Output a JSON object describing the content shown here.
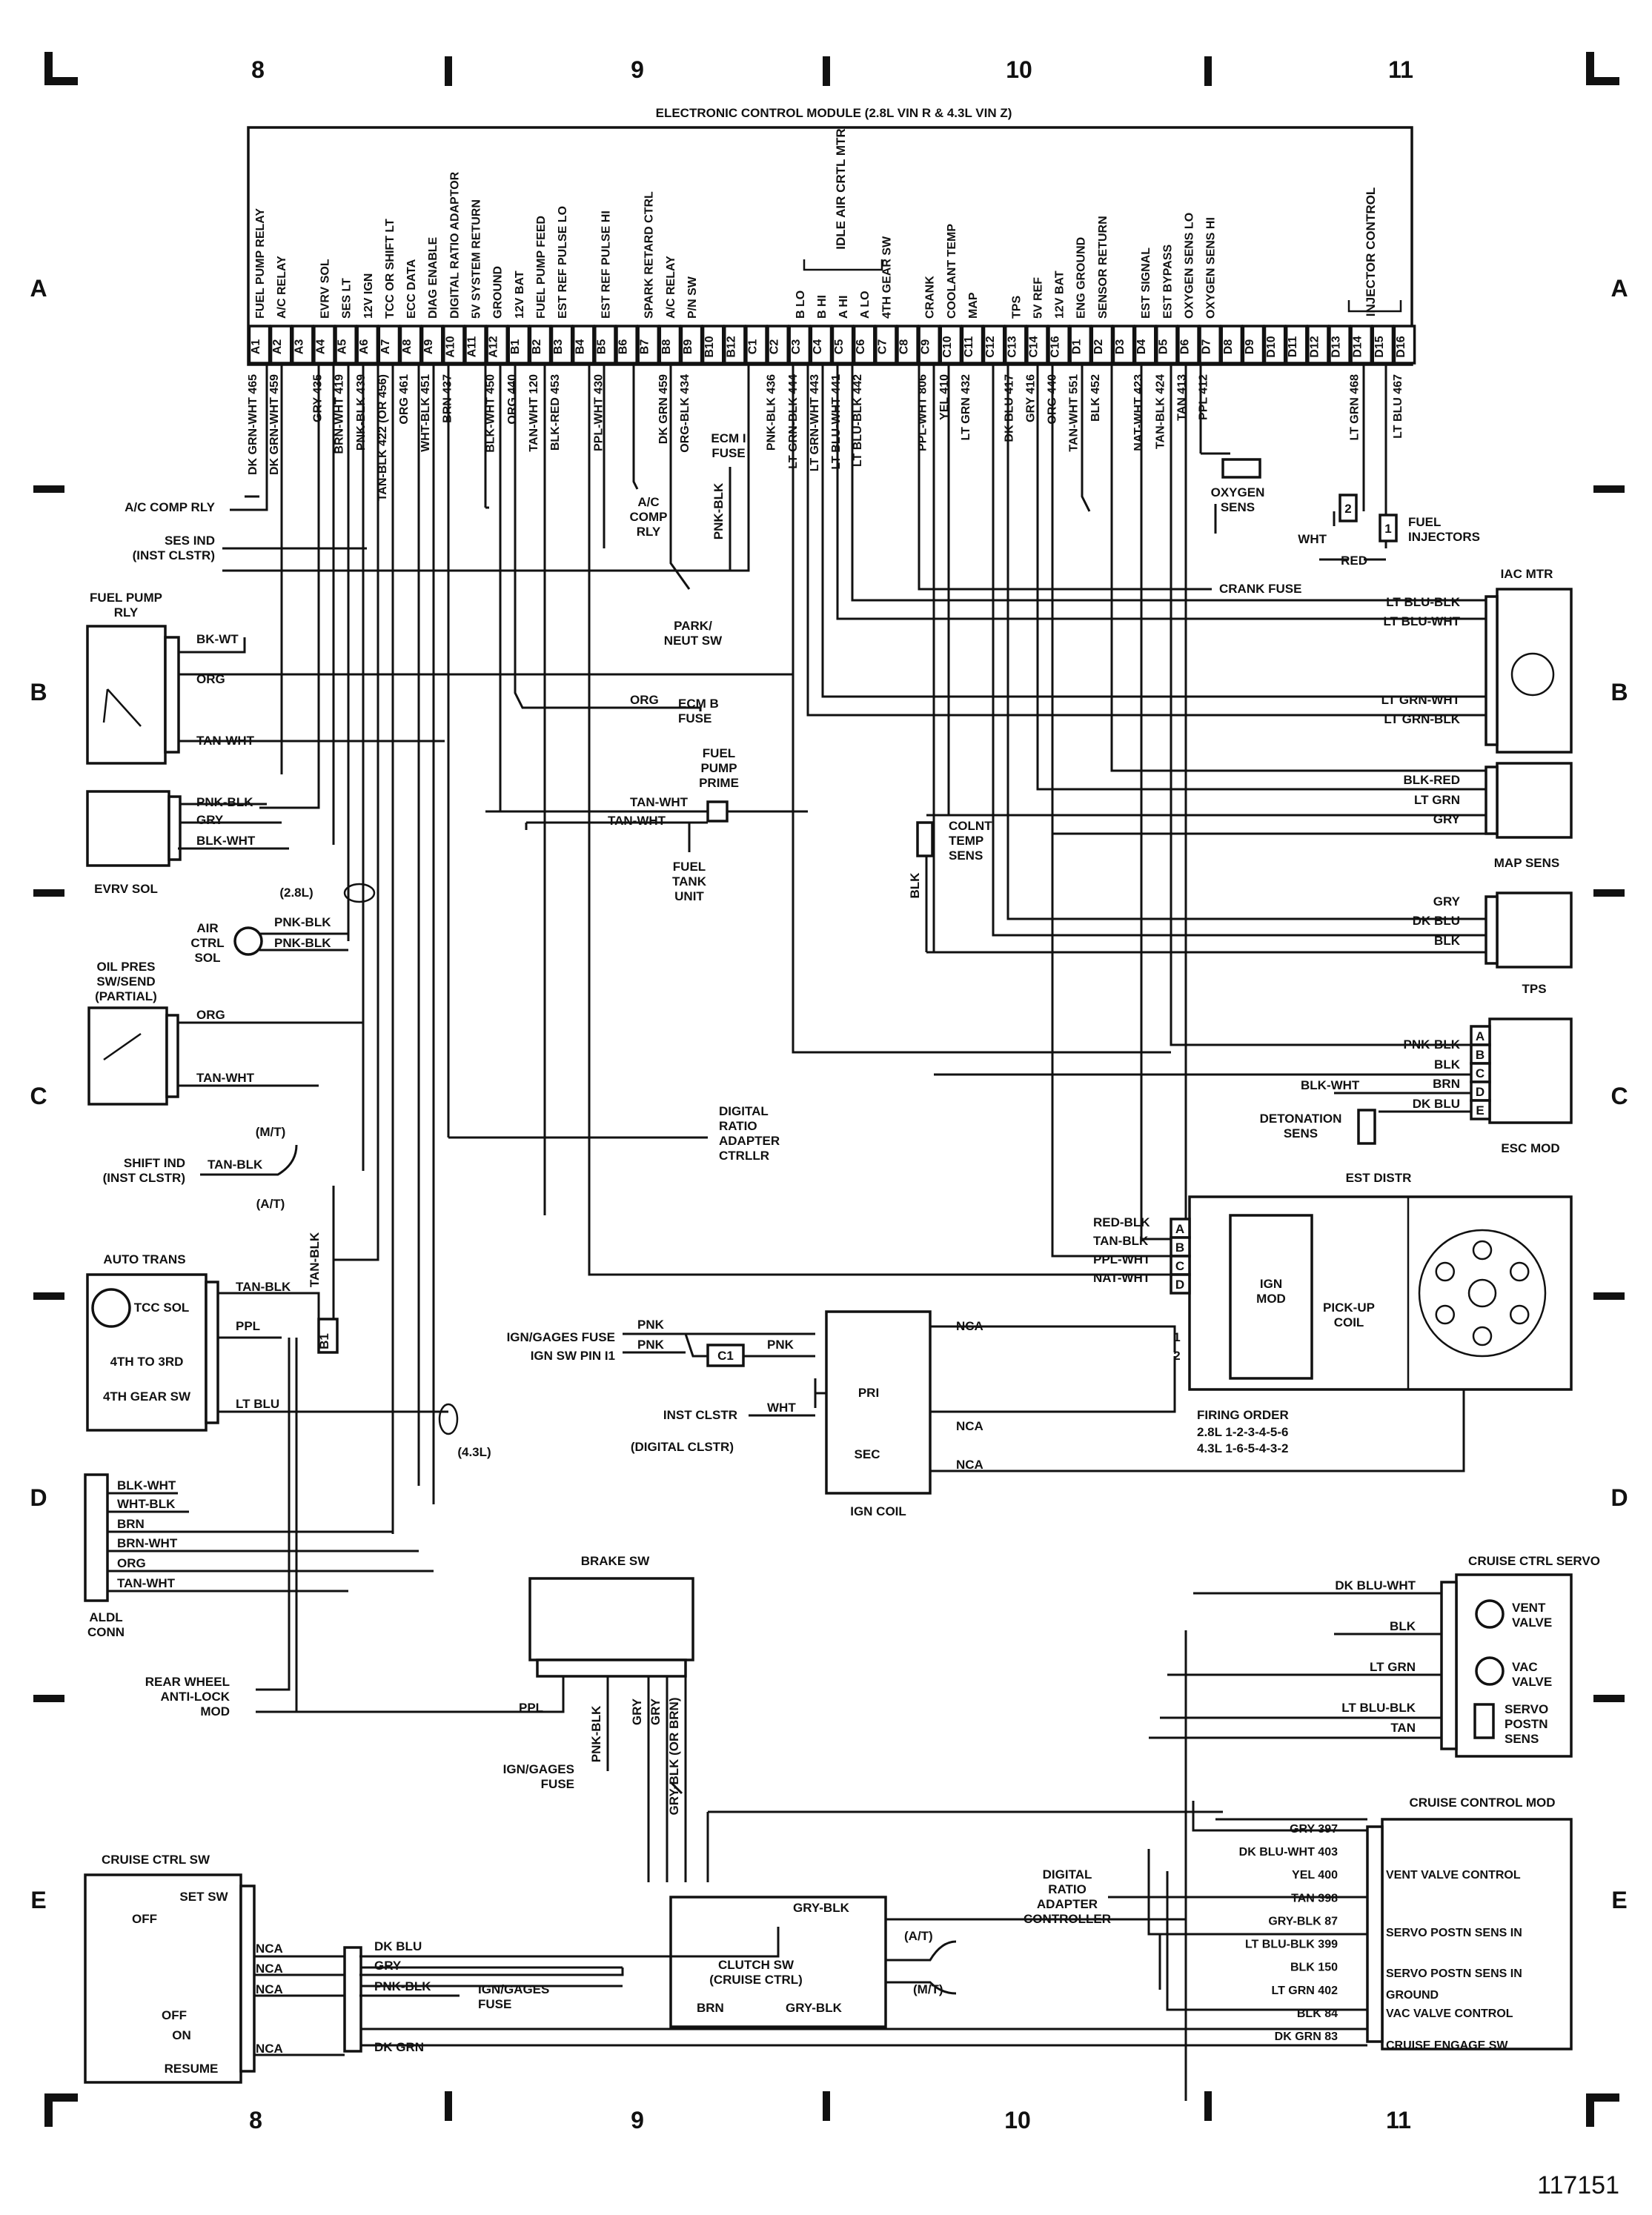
{
  "page": {
    "columns": [
      "8",
      "9",
      "10",
      "11"
    ],
    "rows": [
      "A",
      "B",
      "C",
      "D",
      "E"
    ],
    "figure_number": "117151"
  },
  "ecm": {
    "title": "ELECTRONIC CONTROL MODULE (2.8L VIN R & 4.3L VIN Z)",
    "group_idle": "IDLE AIR CRTL MTR",
    "group_injector": "INJECTOR CONTROL",
    "pins": [
      {
        "pin": "A1",
        "func": "FUEL PUMP RELAY",
        "wire": "DK GRN-WHT 465"
      },
      {
        "pin": "A2",
        "func": "A/C RELAY",
        "wire": "DK GRN-WHT 459"
      },
      {
        "pin": "A3",
        "func": "",
        "wire": ""
      },
      {
        "pin": "A4",
        "func": "EVRV SOL",
        "wire": "GRY 435"
      },
      {
        "pin": "A5",
        "func": "SES LT",
        "wire": "BRN-WHT 419"
      },
      {
        "pin": "A6",
        "func": "12V IGN",
        "wire": "PNK-BLK 439"
      },
      {
        "pin": "A7",
        "func": "TCC OR SHIFT LT",
        "wire": "TAN-BLK 422 (OR 456)"
      },
      {
        "pin": "A8",
        "func": "ECC DATA",
        "wire": "ORG 461"
      },
      {
        "pin": "A9",
        "func": "DIAG ENABLE",
        "wire": "WHT-BLK 451"
      },
      {
        "pin": "A10",
        "func": "DIGITAL RATIO ADAPTOR",
        "wire": "BRN 437"
      },
      {
        "pin": "A11",
        "func": "5V SYSTEM RETURN",
        "wire": ""
      },
      {
        "pin": "A12",
        "func": "GROUND",
        "wire": "BLK-WHT 450"
      },
      {
        "pin": "B1",
        "func": "12V BAT",
        "wire": "ORG 440"
      },
      {
        "pin": "B2",
        "func": "FUEL PUMP FEED",
        "wire": "TAN-WHT 120"
      },
      {
        "pin": "B3",
        "func": "EST REF PULSE LO",
        "wire": "BLK-RED 453"
      },
      {
        "pin": "B4",
        "func": "",
        "wire": ""
      },
      {
        "pin": "B5",
        "func": "EST REF PULSE HI",
        "wire": "PPL-WHT 430"
      },
      {
        "pin": "B6",
        "func": "",
        "wire": ""
      },
      {
        "pin": "B7",
        "func": "SPARK RETARD CTRL",
        "wire": ""
      },
      {
        "pin": "B8",
        "func": "A/C RELAY",
        "wire": "DK GRN 459"
      },
      {
        "pin": "B9",
        "func": "P/N SW",
        "wire": "ORG-BLK 434"
      },
      {
        "pin": "B10",
        "func": "",
        "wire": ""
      },
      {
        "pin": "B12",
        "func": "",
        "wire": ""
      },
      {
        "pin": "C1",
        "func": "",
        "wire": ""
      },
      {
        "pin": "C2",
        "func": "",
        "wire": "PNK-BLK 436"
      },
      {
        "pin": "C3",
        "func": "B LO",
        "wire": "LT GRN-BLK 444"
      },
      {
        "pin": "C4",
        "func": "B HI",
        "wire": "LT GRN-WHT 443"
      },
      {
        "pin": "C5",
        "func": "A HI",
        "wire": "LT BLU-WHT 441"
      },
      {
        "pin": "C6",
        "func": "A LO",
        "wire": "LT BLU-BLK 442"
      },
      {
        "pin": "C7",
        "func": "4TH GEAR SW",
        "wire": ""
      },
      {
        "pin": "C8",
        "func": "",
        "wire": ""
      },
      {
        "pin": "C9",
        "func": "CRANK",
        "wire": "PPL-WHT 806"
      },
      {
        "pin": "C10",
        "func": "COOLANT TEMP",
        "wire": "YEL 410"
      },
      {
        "pin": "C11",
        "func": "MAP",
        "wire": "LT GRN 432"
      },
      {
        "pin": "C12",
        "func": "",
        "wire": ""
      },
      {
        "pin": "C13",
        "func": "TPS",
        "wire": "DK BLU 417"
      },
      {
        "pin": "C14",
        "func": "5V REF",
        "wire": "GRY 416"
      },
      {
        "pin": "C16",
        "func": "12V BAT",
        "wire": "ORG 440"
      },
      {
        "pin": "D1",
        "func": "ENG GROUND",
        "wire": "TAN-WHT 551"
      },
      {
        "pin": "D2",
        "func": "SENSOR RETURN",
        "wire": "BLK 452"
      },
      {
        "pin": "D3",
        "func": "",
        "wire": ""
      },
      {
        "pin": "D4",
        "func": "EST SIGNAL",
        "wire": "NAT-WHT 423"
      },
      {
        "pin": "D5",
        "func": "EST BYPASS",
        "wire": "TAN-BLK 424"
      },
      {
        "pin": "D6",
        "func": "OXYGEN SENS LO",
        "wire": "TAN 413"
      },
      {
        "pin": "D7",
        "func": "OXYGEN SENS HI",
        "wire": "PPL 412"
      },
      {
        "pin": "D8",
        "func": "",
        "wire": ""
      },
      {
        "pin": "D9",
        "func": "",
        "wire": ""
      },
      {
        "pin": "D10",
        "func": "",
        "wire": ""
      },
      {
        "pin": "D11",
        "func": "",
        "wire": ""
      },
      {
        "pin": "D12",
        "func": "",
        "wire": ""
      },
      {
        "pin": "D13",
        "func": "",
        "wire": ""
      },
      {
        "pin": "D14",
        "func": "",
        "wire": "LT GRN 468"
      },
      {
        "pin": "D15",
        "func": "",
        "wire": ""
      },
      {
        "pin": "D16",
        "func": "",
        "wire": "LT BLU 467"
      }
    ]
  },
  "left_components": {
    "ac_comp_rly": "A/C COMP RLY",
    "ses_ind": "SES IND",
    "ses_ind_sub": "(INST CLSTR)",
    "fuel_pump_rly": "FUEL PUMP",
    "fuel_pump_rly_sub": "RLY",
    "fp_wires": [
      "BK-WT",
      "ORG",
      "TAN-WHT"
    ],
    "evrv_wires": [
      "PNK-BLK",
      "GRY",
      "BLK-WHT"
    ],
    "evrv_sol": "EVRV SOL",
    "engine_28l": "(2.8L)",
    "air_ctrl_sol": [
      "AIR",
      "CTRL",
      "SOL"
    ],
    "air_wires": [
      "PNK-BLK",
      "PNK-BLK"
    ],
    "oil_pres": [
      "OIL PRES",
      "SW/SEND",
      "(PARTIAL)"
    ],
    "oil_wires": [
      "ORG",
      "TAN-WHT"
    ],
    "mt": "(M/T)",
    "at": "(A/T)",
    "shift_ind": "SHIFT IND",
    "shift_ind_sub": "(INST CLSTR)",
    "shift_wire": "TAN-BLK",
    "shift_vert_wire": "TAN-BLK",
    "auto_trans": "AUTO TRANS",
    "tcc_sol": "TCC SOL",
    "fourth_to_third": "4TH TO 3RD",
    "fourth_gear_sw": "4TH GEAR SW",
    "trans_wires": [
      "TAN-BLK",
      "PPL",
      "LT BLU"
    ],
    "b1": "B1",
    "engine_43l": "(4.3L)",
    "aldl_wires": [
      "BLK-WHT",
      "WHT-BLK",
      "BRN",
      "BRN-WHT",
      "ORG",
      "TAN-WHT"
    ],
    "aldl_conn": [
      "ALDL",
      "CONN"
    ],
    "rwal": [
      "REAR WHEEL",
      "ANTI-LOCK",
      "MOD"
    ]
  },
  "center_components": {
    "ac_comp_rly": [
      "A/C",
      "COMP",
      "RLY"
    ],
    "ecm_fuse": [
      "ECM I",
      "FUSE"
    ],
    "ecm_fuse_wire": "PNK-BLK",
    "park_neut": [
      "PARK/",
      "NEUT SW"
    ],
    "ecm_b_fuse_wire": "ORG",
    "ecm_b_fuse": [
      "ECM B",
      "FUSE"
    ],
    "fuel_pump_prime": [
      "FUEL",
      "PUMP",
      "PRIME"
    ],
    "fpp_wires": [
      "TAN-WHT",
      "TAN-WHT"
    ],
    "fuel_tank": [
      "FUEL",
      "TANK",
      "UNIT"
    ],
    "colnt_temp": [
      "COLNT",
      "TEMP",
      "SENS"
    ],
    "colnt_wire": "BLK",
    "digital_ratio": [
      "DIGITAL",
      "RATIO",
      "ADAPTER",
      "CTRLLR"
    ],
    "crank_fuse": "CRANK FUSE"
  },
  "right_components": {
    "oxygen_sens": [
      "OXYGEN",
      "SENS"
    ],
    "fuel_injectors": [
      "FUEL",
      "INJECTORS"
    ],
    "inj_wires": [
      "WHT",
      "RED"
    ],
    "inj_nums": [
      "2",
      "1"
    ],
    "iac_mtr": "IAC MTR",
    "iac_wires": [
      "LT BLU-BLK",
      "LT BLU-WHT",
      "LT GRN-WHT",
      "LT GRN-BLK"
    ],
    "map_wires": [
      "BLK-RED",
      "LT GRN",
      "GRY"
    ],
    "map_sens": "MAP SENS",
    "tps_wires": [
      "GRY",
      "DK BLU",
      "BLK"
    ],
    "tps": "TPS",
    "esc_wires": [
      "PNK-BLK",
      "BLK",
      "BRN",
      "DK BLU"
    ],
    "esc_det_wire": "BLK-WHT",
    "esc_pins": [
      "A",
      "B",
      "C",
      "D",
      "E"
    ],
    "detonation": [
      "DETONATION",
      "SENS"
    ],
    "esc_mod": "ESC MOD"
  },
  "ignition": {
    "est_distr": "EST DISTR",
    "est_wires": [
      "RED-BLK",
      "TAN-BLK",
      "PPL-WHT",
      "NAT-WHT"
    ],
    "est_pins": [
      "A",
      "B",
      "C",
      "D"
    ],
    "ign_mod": [
      "IGN",
      "MOD"
    ],
    "pickup": [
      "PICK-UP",
      "COIL"
    ],
    "mod_pins": [
      "1",
      "2"
    ],
    "ign_gages_fuse": "IGN/GAGES FUSE",
    "ign_sw_pin": "IGN SW PIN I1",
    "pnk": [
      "PNK",
      "PNK",
      "PNK"
    ],
    "c1": "C1",
    "inst_clstr": "INST CLSTR",
    "digital_clstr": "(DIGITAL CLSTR)",
    "wht": "WHT",
    "pri": "PRI",
    "sec": "SEC",
    "nca": [
      "NCA",
      "NCA",
      "NCA"
    ],
    "ign_coil": "IGN COIL",
    "firing_order": "FIRING ORDER",
    "firing_28": "2.8L 1-2-3-4-5-6",
    "firing_43": "4.3L 1-6-5-4-3-2"
  },
  "cruise": {
    "brake_sw": "BRAKE SW",
    "brake_ppl": "PPL",
    "brake_wires": [
      "PNK-BLK",
      "GRY",
      "GRY",
      "GRY-BLK (OR BRN)"
    ],
    "ign_gages_fuse": [
      "IGN/GAGES",
      "FUSE"
    ],
    "servo_title": "CRUISE CTRL SERVO",
    "servo_wires": [
      "DK BLU-WHT",
      "BLK",
      "LT GRN",
      "LT BLU-BLK",
      "TAN"
    ],
    "vent_valve": [
      "VENT",
      "VALVE"
    ],
    "vac_valve": [
      "VAC",
      "VALVE"
    ],
    "servo_postn": [
      "SERVO",
      "POSTN",
      "SENS"
    ],
    "mod_title": "CRUISE CONTROL MOD",
    "mod_wires": [
      "GRY 397",
      "DK BLU-WHT 403",
      "YEL 400",
      "TAN 398",
      "GRY-BLK 87",
      "LT BLU-BLK 399",
      "BLK 150",
      "LT GRN 402",
      "BLK 84",
      "DK GRN 83"
    ],
    "mod_labels": [
      "VENT VALVE CONTROL",
      "SERVO POSTN SENS IN",
      "SERVO POSTN SENS IN",
      "GROUND",
      "VAC VALVE CONTROL",
      "CRUISE ENGAGE SW"
    ],
    "digital_ratio": [
      "DIGITAL",
      "RATIO",
      "ADAPTER",
      "CONTROLLER"
    ],
    "clutch_sw": [
      "CLUTCH SW",
      "(CRUISE CTRL)"
    ],
    "clutch_wires": [
      "GRY-BLK",
      "BRN",
      "GRY-BLK"
    ],
    "clutch_at": "(A/T)",
    "clutch_mt": "(M/T)",
    "ctrl_sw": "CRUISE CTRL SW",
    "set_sw": "SET SW",
    "off": [
      "OFF",
      "OFF"
    ],
    "on": "ON",
    "resume": "RESUME",
    "sw_nca": [
      "NCA",
      "NCA",
      "NCA",
      "NCA"
    ],
    "sw_wires": [
      "DK BLU",
      "GRY",
      "PNK-BLK",
      "DK GRN"
    ],
    "sw_fuse": [
      "IGN/GAGES",
      "FUSE"
    ]
  }
}
